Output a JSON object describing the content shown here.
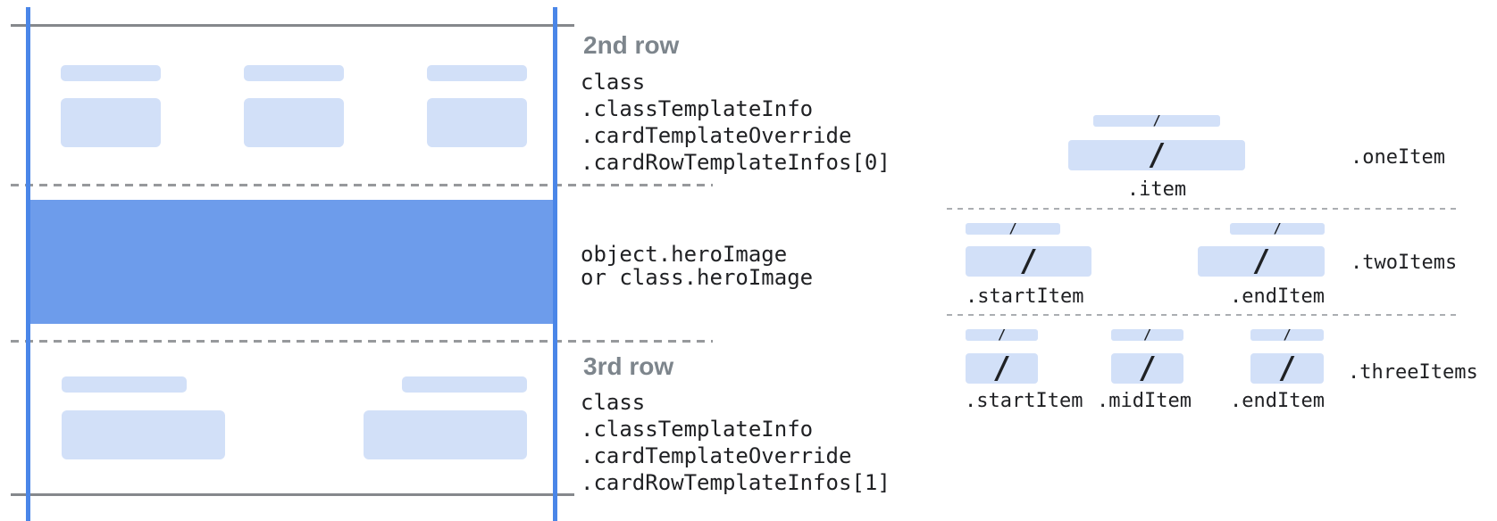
{
  "colors": {
    "accent_blue_line": "#4a86e8",
    "hero_blue": "#6d9ceb",
    "placeholder_bar_blue": "#d2e0f8",
    "solid_line_gray": "#85888c",
    "dashed_line_gray": "#97999c",
    "heading_gray": "#7d858c",
    "code_text": "#202124"
  },
  "annotations": {
    "second_row": {
      "heading": "2nd row",
      "code_lines": [
        "class",
        ".classTemplateInfo",
        ".cardTemplateOverride",
        ".cardRowTemplateInfos[0]"
      ]
    },
    "hero": {
      "code_lines": [
        "object.heroImage",
        "or class.heroImage"
      ]
    },
    "third_row": {
      "heading": "3rd row",
      "code_lines": [
        "class",
        ".classTemplateInfo",
        ".cardTemplateOverride",
        ".cardRowTemplateInfos[1]"
      ]
    }
  },
  "row_layouts": {
    "slash": "/",
    "one_item": {
      "caption": ".item",
      "side_label": ".oneItem"
    },
    "two_items": {
      "start_caption": ".startItem",
      "end_caption": ".endItem",
      "side_label": ".twoItems"
    },
    "three_items": {
      "start_caption": ".startItem",
      "mid_caption": ".midItem",
      "end_caption": ".endItem",
      "side_label": ".threeItems"
    }
  }
}
